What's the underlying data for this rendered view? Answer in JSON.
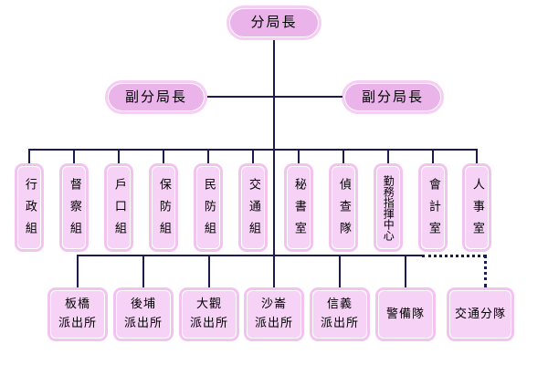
{
  "chart": {
    "type": "org-chart",
    "title": "",
    "colors": {
      "line": "#1b1b4f",
      "node_fill_light": "#f6d3f6",
      "node_fill_dark": "#eab4ea",
      "node_border": "#f3c3ef",
      "background": "#ffffff"
    },
    "levels": {
      "level1": {
        "nodes": [
          {
            "id": "chief",
            "label": "分局長"
          }
        ]
      },
      "level2": {
        "nodes": [
          {
            "id": "deputy-left",
            "label": "副分局長"
          },
          {
            "id": "deputy-right",
            "label": "副分局長"
          }
        ]
      },
      "level3": {
        "nodes": [
          {
            "id": "admin",
            "label": "行政組"
          },
          {
            "id": "inspector",
            "label": "督察組"
          },
          {
            "id": "household",
            "label": "戶口組"
          },
          {
            "id": "security-defense",
            "label": "保防組"
          },
          {
            "id": "civil-defense",
            "label": "民防組"
          },
          {
            "id": "traffic",
            "label": "交通組"
          },
          {
            "id": "secretary",
            "label": "秘書室"
          },
          {
            "id": "investigation",
            "label": "偵查隊"
          },
          {
            "id": "command-center",
            "label": "勤務指揮中心"
          },
          {
            "id": "accounting",
            "label": "會計室"
          },
          {
            "id": "personnel",
            "label": "人事室"
          }
        ]
      },
      "level4": {
        "nodes": [
          {
            "id": "banqiao",
            "label": "板橋\n派出所"
          },
          {
            "id": "houbu",
            "label": "後埔\n派出所"
          },
          {
            "id": "daguan",
            "label": "大觀\n派出所"
          },
          {
            "id": "shalun",
            "label": "沙崙\n派出所"
          },
          {
            "id": "xinyi",
            "label": "信義\n派出所"
          },
          {
            "id": "guard-unit",
            "label": "警備隊"
          },
          {
            "id": "traffic-squad",
            "label": "交通分隊"
          }
        ]
      }
    }
  }
}
